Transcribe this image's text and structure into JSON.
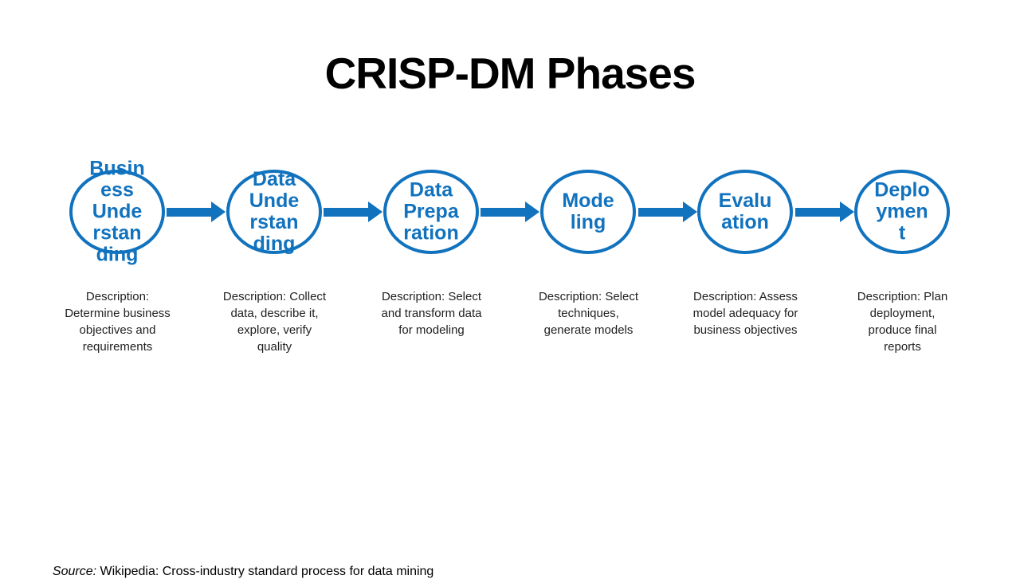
{
  "title": "CRISP-DM Phases",
  "colors": {
    "accent_blue": "#1172BE",
    "text_dark": "#1F1F1F",
    "background": "#FFFFFF"
  },
  "phases": [
    {
      "name": "Business Understanding",
      "label": "Busin\ness\nUnde\nrstan\nding",
      "description": "Description:\nDetermine business\nobjectives and\nrequirements"
    },
    {
      "name": "Data Understanding",
      "label": "Data\nUnde\nrstan\nding",
      "description": "Description: Collect\ndata, describe it,\nexplore, verify\nquality"
    },
    {
      "name": "Data Preparation",
      "label": "Data\nPrepa\nration",
      "description": "Description: Select\nand transform data\nfor modeling"
    },
    {
      "name": "Modeling",
      "label": "Mode\nling",
      "description": "Description: Select\ntechniques,\ngenerate models"
    },
    {
      "name": "Evaluation",
      "label": "Evalu\nation",
      "description": "Description: Assess\nmodel adequacy for\nbusiness objectives"
    },
    {
      "name": "Deployment",
      "label": "Deplo\nymen\nt",
      "description": "Description: Plan\ndeployment,\nproduce final\nreports"
    }
  ],
  "source": {
    "prefix": "Source:",
    "text": " Wikipedia: Cross-industry standard process for data mining"
  }
}
